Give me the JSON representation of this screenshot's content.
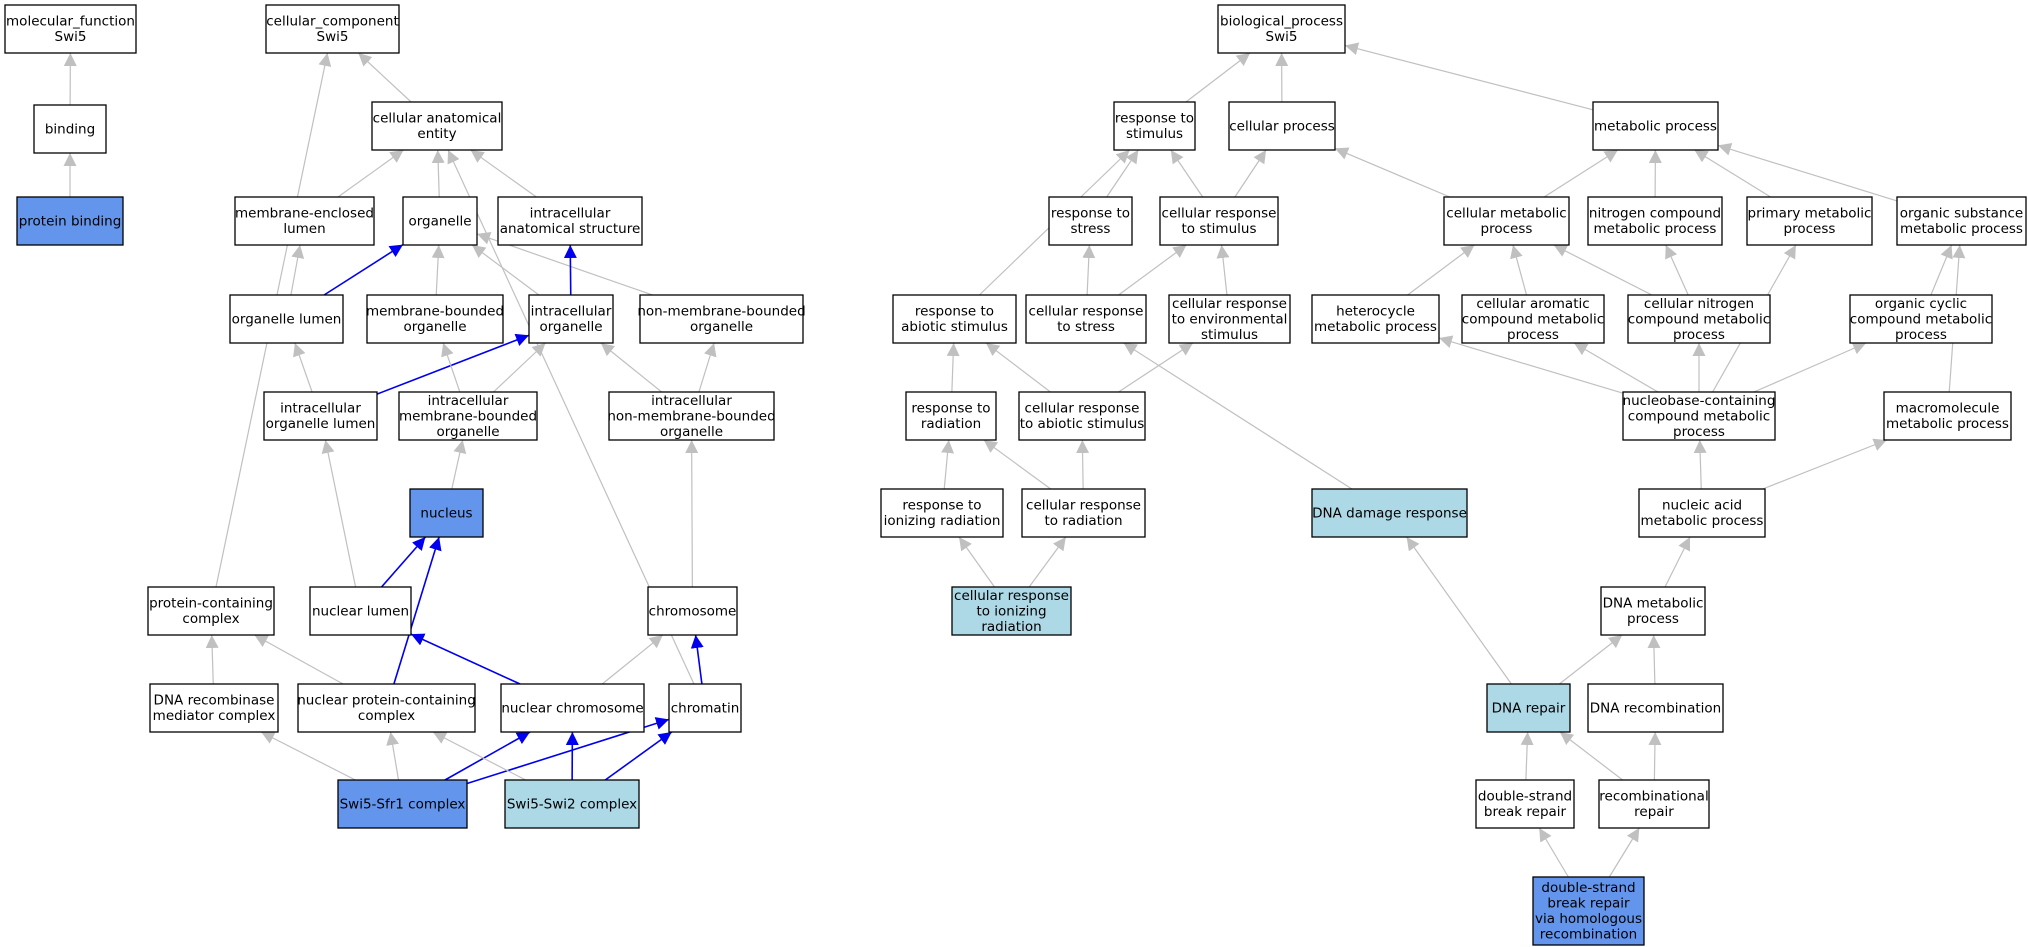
{
  "colors": {
    "plain": "#ffffff",
    "light": "#add8e6",
    "dark": "#6495ed",
    "edge_gray": "#c0c0c0",
    "edge_blue": "#0000ee"
  },
  "nodes": [
    {
      "id": "mf",
      "fill": "plain",
      "lines": [
        "molecular_function",
        "Swi5"
      ]
    },
    {
      "id": "binding",
      "fill": "plain",
      "lines": [
        "binding"
      ]
    },
    {
      "id": "pbind",
      "fill": "dark",
      "lines": [
        "protein binding"
      ]
    },
    {
      "id": "cc",
      "fill": "plain",
      "lines": [
        "cellular_component",
        "Swi5"
      ]
    },
    {
      "id": "cae",
      "fill": "plain",
      "lines": [
        "cellular anatomical",
        "entity"
      ]
    },
    {
      "id": "mel",
      "fill": "plain",
      "lines": [
        "membrane-enclosed",
        "lumen"
      ]
    },
    {
      "id": "org",
      "fill": "plain",
      "lines": [
        "organelle"
      ]
    },
    {
      "id": "ias",
      "fill": "plain",
      "lines": [
        "intracellular",
        "anatomical structure"
      ]
    },
    {
      "id": "orgl",
      "fill": "plain",
      "lines": [
        "organelle lumen"
      ]
    },
    {
      "id": "mbo",
      "fill": "plain",
      "lines": [
        "membrane-bounded",
        "organelle"
      ]
    },
    {
      "id": "io",
      "fill": "plain",
      "lines": [
        "intracellular",
        "organelle"
      ]
    },
    {
      "id": "nmbo",
      "fill": "plain",
      "lines": [
        "non-membrane-bounded",
        "organelle"
      ]
    },
    {
      "id": "iol",
      "fill": "plain",
      "lines": [
        "intracellular",
        "organelle lumen"
      ]
    },
    {
      "id": "imbo",
      "fill": "plain",
      "lines": [
        "intracellular",
        "membrane-bounded",
        "organelle"
      ]
    },
    {
      "id": "inmbo",
      "fill": "plain",
      "lines": [
        "intracellular",
        "non-membrane-bounded",
        "organelle"
      ]
    },
    {
      "id": "nucleus",
      "fill": "dark",
      "lines": [
        "nucleus"
      ]
    },
    {
      "id": "pcc",
      "fill": "plain",
      "lines": [
        "protein-containing",
        "complex"
      ]
    },
    {
      "id": "nl",
      "fill": "plain",
      "lines": [
        "nuclear lumen"
      ]
    },
    {
      "id": "chrom",
      "fill": "plain",
      "lines": [
        "chromosome"
      ]
    },
    {
      "id": "drmc",
      "fill": "plain",
      "lines": [
        "DNA recombinase",
        "mediator complex"
      ]
    },
    {
      "id": "npcc",
      "fill": "plain",
      "lines": [
        "nuclear protein-containing",
        "complex"
      ]
    },
    {
      "id": "nchrom",
      "fill": "plain",
      "lines": [
        "nuclear chromosome"
      ]
    },
    {
      "id": "chromatin",
      "fill": "plain",
      "lines": [
        "chromatin"
      ]
    },
    {
      "id": "sfr1",
      "fill": "dark",
      "lines": [
        "Swi5-Sfr1 complex"
      ]
    },
    {
      "id": "swi2",
      "fill": "light",
      "lines": [
        "Swi5-Swi2 complex"
      ]
    },
    {
      "id": "bp",
      "fill": "plain",
      "lines": [
        "biological_process",
        "Swi5"
      ]
    },
    {
      "id": "rts",
      "fill": "plain",
      "lines": [
        "response to",
        "stimulus"
      ]
    },
    {
      "id": "cp",
      "fill": "plain",
      "lines": [
        "cellular process"
      ]
    },
    {
      "id": "mp",
      "fill": "plain",
      "lines": [
        "metabolic process"
      ]
    },
    {
      "id": "rtstress",
      "fill": "plain",
      "lines": [
        "response to",
        "stress"
      ]
    },
    {
      "id": "crts",
      "fill": "plain",
      "lines": [
        "cellular response",
        "to stimulus"
      ]
    },
    {
      "id": "cmp",
      "fill": "plain",
      "lines": [
        "cellular metabolic",
        "process"
      ]
    },
    {
      "id": "ncmp",
      "fill": "plain",
      "lines": [
        "nitrogen compound",
        "metabolic process"
      ]
    },
    {
      "id": "pmp",
      "fill": "plain",
      "lines": [
        "primary metabolic",
        "process"
      ]
    },
    {
      "id": "osmp",
      "fill": "plain",
      "lines": [
        "organic substance",
        "metabolic process"
      ]
    },
    {
      "id": "ras",
      "fill": "plain",
      "lines": [
        "response to",
        "abiotic stimulus"
      ]
    },
    {
      "id": "crstress",
      "fill": "plain",
      "lines": [
        "cellular response",
        "to stress"
      ]
    },
    {
      "id": "cres",
      "fill": "plain",
      "lines": [
        "cellular response",
        "to environmental",
        "stimulus"
      ]
    },
    {
      "id": "hmp",
      "fill": "plain",
      "lines": [
        "heterocycle",
        "metabolic process"
      ]
    },
    {
      "id": "cacmp",
      "fill": "plain",
      "lines": [
        "cellular aromatic",
        "compound metabolic",
        "process"
      ]
    },
    {
      "id": "cncmp",
      "fill": "plain",
      "lines": [
        "cellular nitrogen",
        "compound metabolic",
        "process"
      ]
    },
    {
      "id": "occmp",
      "fill": "plain",
      "lines": [
        "organic cyclic",
        "compound metabolic",
        "process"
      ]
    },
    {
      "id": "rtr",
      "fill": "plain",
      "lines": [
        "response to",
        "radiation"
      ]
    },
    {
      "id": "cras",
      "fill": "plain",
      "lines": [
        "cellular response",
        "to abiotic stimulus"
      ]
    },
    {
      "id": "nccmp",
      "fill": "plain",
      "lines": [
        "nucleobase-containing",
        "compound metabolic",
        "process"
      ]
    },
    {
      "id": "macmp",
      "fill": "plain",
      "lines": [
        "macromolecule",
        "metabolic process"
      ]
    },
    {
      "id": "rtir",
      "fill": "plain",
      "lines": [
        "response to",
        "ionizing radiation"
      ]
    },
    {
      "id": "crtr",
      "fill": "plain",
      "lines": [
        "cellular response",
        "to radiation"
      ]
    },
    {
      "id": "ddr",
      "fill": "light",
      "lines": [
        "DNA damage response"
      ]
    },
    {
      "id": "namp",
      "fill": "plain",
      "lines": [
        "nucleic acid",
        "metabolic process"
      ]
    },
    {
      "id": "crtir",
      "fill": "light",
      "lines": [
        "cellular response",
        "to ionizing",
        "radiation"
      ]
    },
    {
      "id": "dmp",
      "fill": "plain",
      "lines": [
        "DNA metabolic",
        "process"
      ]
    },
    {
      "id": "dnarep",
      "fill": "light",
      "lines": [
        "DNA repair"
      ]
    },
    {
      "id": "dnarec",
      "fill": "plain",
      "lines": [
        "DNA recombination"
      ]
    },
    {
      "id": "dsbr",
      "fill": "plain",
      "lines": [
        "double-strand",
        "break repair"
      ]
    },
    {
      "id": "recrep",
      "fill": "plain",
      "lines": [
        "recombinational",
        "repair"
      ]
    },
    {
      "id": "dsbrhr",
      "fill": "dark",
      "lines": [
        "double-strand",
        "break repair",
        "via homologous",
        "recombination"
      ]
    }
  ],
  "edges": [
    {
      "from": "binding",
      "to": "mf",
      "color": "gray"
    },
    {
      "from": "pbind",
      "to": "binding",
      "color": "gray"
    },
    {
      "from": "cae",
      "to": "cc",
      "color": "gray"
    },
    {
      "from": "pcc",
      "to": "cc",
      "color": "gray"
    },
    {
      "from": "mel",
      "to": "cae",
      "color": "gray"
    },
    {
      "from": "org",
      "to": "cae",
      "color": "gray"
    },
    {
      "from": "ias",
      "to": "cae",
      "color": "gray"
    },
    {
      "from": "chromatin",
      "to": "cae",
      "color": "gray"
    },
    {
      "from": "orgl",
      "to": "mel",
      "color": "gray"
    },
    {
      "from": "orgl",
      "to": "org",
      "color": "blue"
    },
    {
      "from": "mbo",
      "to": "org",
      "color": "gray"
    },
    {
      "from": "io",
      "to": "org",
      "color": "gray"
    },
    {
      "from": "nmbo",
      "to": "org",
      "color": "gray"
    },
    {
      "from": "io",
      "to": "ias",
      "color": "blue"
    },
    {
      "from": "iol",
      "to": "orgl",
      "color": "gray"
    },
    {
      "from": "iol",
      "to": "io",
      "color": "blue"
    },
    {
      "from": "imbo",
      "to": "mbo",
      "color": "gray"
    },
    {
      "from": "imbo",
      "to": "io",
      "color": "gray"
    },
    {
      "from": "inmbo",
      "to": "io",
      "color": "gray"
    },
    {
      "from": "inmbo",
      "to": "nmbo",
      "color": "gray"
    },
    {
      "from": "nucleus",
      "to": "imbo",
      "color": "gray"
    },
    {
      "from": "nl",
      "to": "iol",
      "color": "gray"
    },
    {
      "from": "nl",
      "to": "nucleus",
      "color": "blue"
    },
    {
      "from": "chrom",
      "to": "inmbo",
      "color": "gray"
    },
    {
      "from": "drmc",
      "to": "pcc",
      "color": "gray"
    },
    {
      "from": "npcc",
      "to": "pcc",
      "color": "gray"
    },
    {
      "from": "npcc",
      "to": "nucleus",
      "color": "blue"
    },
    {
      "from": "nchrom",
      "to": "nl",
      "color": "blue"
    },
    {
      "from": "nchrom",
      "to": "chrom",
      "color": "gray"
    },
    {
      "from": "chromatin",
      "to": "chrom",
      "color": "blue"
    },
    {
      "from": "sfr1",
      "to": "drmc",
      "color": "gray"
    },
    {
      "from": "sfr1",
      "to": "npcc",
      "color": "gray"
    },
    {
      "from": "sfr1",
      "to": "nchrom",
      "color": "blue"
    },
    {
      "from": "sfr1",
      "to": "chromatin",
      "color": "blue"
    },
    {
      "from": "swi2",
      "to": "npcc",
      "color": "gray"
    },
    {
      "from": "swi2",
      "to": "nchrom",
      "color": "blue"
    },
    {
      "from": "swi2",
      "to": "chromatin",
      "color": "blue"
    },
    {
      "from": "rts",
      "to": "bp",
      "color": "gray"
    },
    {
      "from": "cp",
      "to": "bp",
      "color": "gray"
    },
    {
      "from": "mp",
      "to": "bp",
      "color": "gray"
    },
    {
      "from": "rtstress",
      "to": "rts",
      "color": "gray"
    },
    {
      "from": "crts",
      "to": "rts",
      "color": "gray"
    },
    {
      "from": "ras",
      "to": "rts",
      "color": "gray"
    },
    {
      "from": "crts",
      "to": "cp",
      "color": "gray"
    },
    {
      "from": "cmp",
      "to": "cp",
      "color": "gray"
    },
    {
      "from": "cmp",
      "to": "mp",
      "color": "gray"
    },
    {
      "from": "ncmp",
      "to": "mp",
      "color": "gray"
    },
    {
      "from": "pmp",
      "to": "mp",
      "color": "gray"
    },
    {
      "from": "osmp",
      "to": "mp",
      "color": "gray"
    },
    {
      "from": "crstress",
      "to": "rtstress",
      "color": "gray"
    },
    {
      "from": "crstress",
      "to": "crts",
      "color": "gray"
    },
    {
      "from": "cres",
      "to": "crts",
      "color": "gray"
    },
    {
      "from": "hmp",
      "to": "cmp",
      "color": "gray"
    },
    {
      "from": "cacmp",
      "to": "cmp",
      "color": "gray"
    },
    {
      "from": "cncmp",
      "to": "cmp",
      "color": "gray"
    },
    {
      "from": "cncmp",
      "to": "ncmp",
      "color": "gray"
    },
    {
      "from": "occmp",
      "to": "osmp",
      "color": "gray"
    },
    {
      "from": "macmp",
      "to": "osmp",
      "color": "gray"
    },
    {
      "from": "rtr",
      "to": "ras",
      "color": "gray"
    },
    {
      "from": "cras",
      "to": "ras",
      "color": "gray"
    },
    {
      "from": "cras",
      "to": "cres",
      "color": "gray"
    },
    {
      "from": "nccmp",
      "to": "hmp",
      "color": "gray"
    },
    {
      "from": "nccmp",
      "to": "cacmp",
      "color": "gray"
    },
    {
      "from": "nccmp",
      "to": "cncmp",
      "color": "gray"
    },
    {
      "from": "nccmp",
      "to": "pmp",
      "color": "gray"
    },
    {
      "from": "nccmp",
      "to": "occmp",
      "color": "gray"
    },
    {
      "from": "rtir",
      "to": "rtr",
      "color": "gray"
    },
    {
      "from": "crtr",
      "to": "rtr",
      "color": "gray"
    },
    {
      "from": "crtr",
      "to": "cras",
      "color": "gray"
    },
    {
      "from": "ddr",
      "to": "crstress",
      "color": "gray"
    },
    {
      "from": "namp",
      "to": "nccmp",
      "color": "gray"
    },
    {
      "from": "namp",
      "to": "macmp",
      "color": "gray"
    },
    {
      "from": "crtir",
      "to": "rtir",
      "color": "gray"
    },
    {
      "from": "crtir",
      "to": "crtr",
      "color": "gray"
    },
    {
      "from": "dmp",
      "to": "namp",
      "color": "gray"
    },
    {
      "from": "dnarep",
      "to": "ddr",
      "color": "gray"
    },
    {
      "from": "dnarep",
      "to": "dmp",
      "color": "gray"
    },
    {
      "from": "dnarec",
      "to": "dmp",
      "color": "gray"
    },
    {
      "from": "dsbr",
      "to": "dnarep",
      "color": "gray"
    },
    {
      "from": "recrep",
      "to": "dnarep",
      "color": "gray"
    },
    {
      "from": "recrep",
      "to": "dnarec",
      "color": "gray"
    },
    {
      "from": "dsbrhr",
      "to": "dsbr",
      "color": "gray"
    },
    {
      "from": "dsbrhr",
      "to": "recrep",
      "color": "gray"
    }
  ]
}
